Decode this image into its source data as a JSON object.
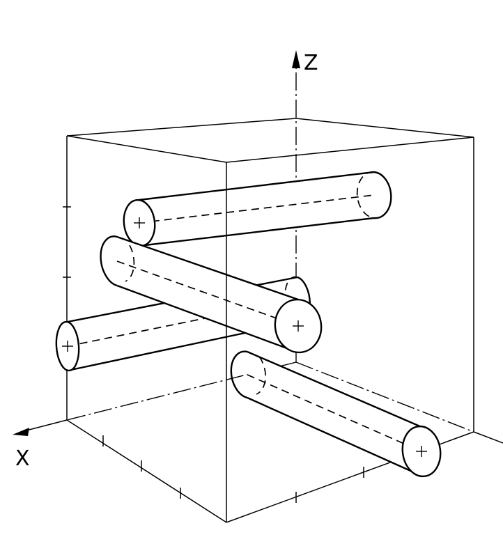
{
  "diagram": {
    "axes": {
      "z_label": "Z",
      "x_label": "X"
    },
    "cylinders": [
      "upper-rear",
      "upper-diagonal",
      "middle-left",
      "lower-front"
    ]
  }
}
